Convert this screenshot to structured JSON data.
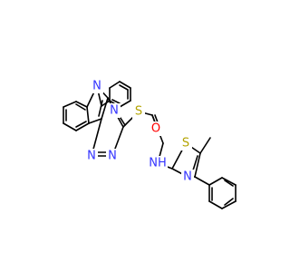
{
  "molecule": {
    "colors": {
      "bond": "#000000",
      "nitrogen": "#3333ff",
      "oxygen": "#ff0000",
      "sulfur": "#b3a300"
    },
    "atoms": {
      "n_indole": "N",
      "n_triazine_top": "N",
      "n_triazine_left": "N",
      "n_triazine_right": "N",
      "s_thioether": "S",
      "o_carbonyl": "O",
      "nh_amide": "NH",
      "s_thiazole": "S",
      "n_thiazole": "N"
    }
  }
}
